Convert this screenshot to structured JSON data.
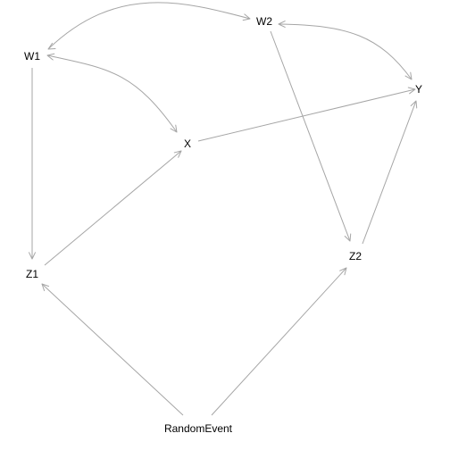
{
  "diagram": {
    "type": "directed acyclic graph",
    "edge_color": "#a6a6a6",
    "label_color": "#000000",
    "nodes": [
      {
        "id": "W1",
        "label": "W1"
      },
      {
        "id": "W2",
        "label": "W2"
      },
      {
        "id": "X",
        "label": "X"
      },
      {
        "id": "Y",
        "label": "Y"
      },
      {
        "id": "Z1",
        "label": "Z1"
      },
      {
        "id": "Z2",
        "label": "Z2"
      },
      {
        "id": "RandomEvent",
        "label": "RandomEvent"
      }
    ],
    "edges": [
      {
        "from": "W1",
        "to": "W2",
        "bidirected": true
      },
      {
        "from": "W2",
        "to": "Y",
        "bidirected": true
      },
      {
        "from": "W1",
        "to": "X",
        "bidirected": true
      },
      {
        "from": "W2",
        "to": "Z2",
        "bidirected": false
      },
      {
        "from": "W1",
        "to": "Z1",
        "bidirected": false
      },
      {
        "from": "X",
        "to": "Y",
        "bidirected": false
      },
      {
        "from": "Z1",
        "to": "X",
        "bidirected": false
      },
      {
        "from": "Z2",
        "to": "Y",
        "bidirected": false
      },
      {
        "from": "RandomEvent",
        "to": "Z1",
        "bidirected": false
      },
      {
        "from": "RandomEvent",
        "to": "Z2",
        "bidirected": false
      }
    ]
  }
}
